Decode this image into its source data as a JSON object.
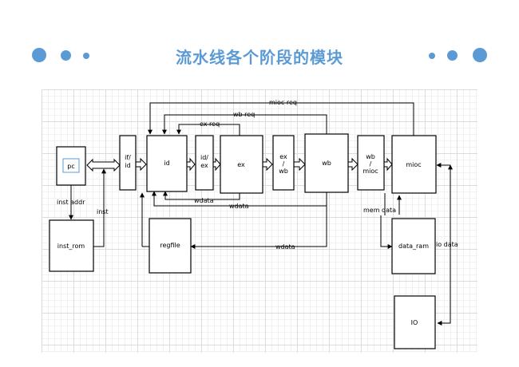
{
  "header": {
    "title": "流水线各个阶段的模块",
    "accent_color": "#5b9bd5"
  },
  "blocks": {
    "pc": "pc",
    "inst_rom": "inst_rom",
    "if_id": [
      "if/",
      "id"
    ],
    "id": "id",
    "id_ex": [
      "id/",
      "ex"
    ],
    "ex": "ex",
    "ex_wb": [
      "ex",
      "/",
      "wb"
    ],
    "wb": "wb",
    "wb_mioc": [
      "wb",
      "/",
      "mioc"
    ],
    "mioc": "mioc",
    "regfile": "regfile",
    "data_ram": "data_ram",
    "io": "IO"
  },
  "signals": {
    "mioc_req": "mioc req",
    "wb_req": "wb req",
    "ex_req": "ex  req",
    "inst_addr": "inst addr",
    "inst": "inst",
    "wdata_ex": "wdata",
    "wdata_wb": "wdata",
    "wdata_regfile": "wdata",
    "mem_data": "mem data",
    "io_data": "io data"
  }
}
